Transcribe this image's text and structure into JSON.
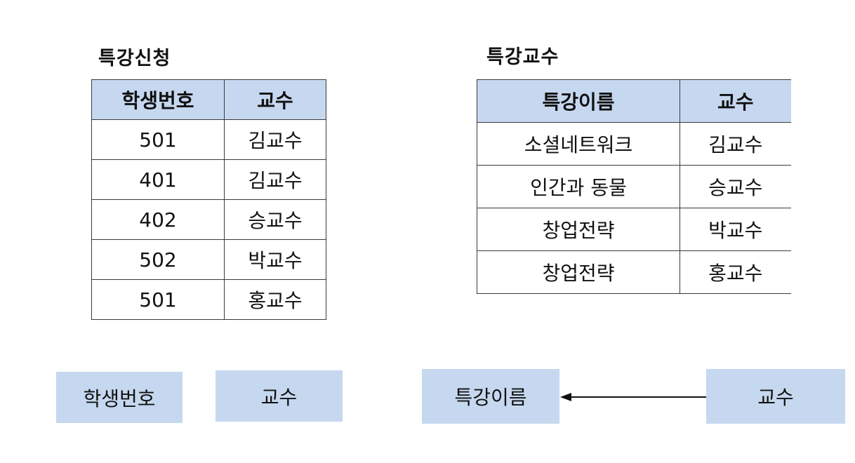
{
  "left_relation": {
    "title": "특강신청",
    "headers": [
      "학생번호",
      "교수"
    ],
    "rows": [
      [
        "501",
        "김교수"
      ],
      [
        "401",
        "김교수"
      ],
      [
        "402",
        "승교수"
      ],
      [
        "502",
        "박교수"
      ],
      [
        "501",
        "홍교수"
      ]
    ]
  },
  "right_relation": {
    "title": "특강교수",
    "headers": [
      "특강이름",
      "교수"
    ],
    "rows": [
      [
        "소셜네트워크",
        "김교수"
      ],
      [
        "인간과 동물",
        "승교수"
      ],
      [
        "창업전략",
        "박교수"
      ],
      [
        "창업전략",
        "홍교수"
      ]
    ]
  },
  "dependency_diagram": {
    "left_boxes": [
      "학생번호",
      "교수"
    ],
    "right_determinant": "교수",
    "right_dependent": "특강이름"
  },
  "colors": {
    "header_fill": "#c6d8ef",
    "box_fill": "#c6d8ef",
    "border": "#3a3a3a",
    "arrow": "#111111"
  }
}
